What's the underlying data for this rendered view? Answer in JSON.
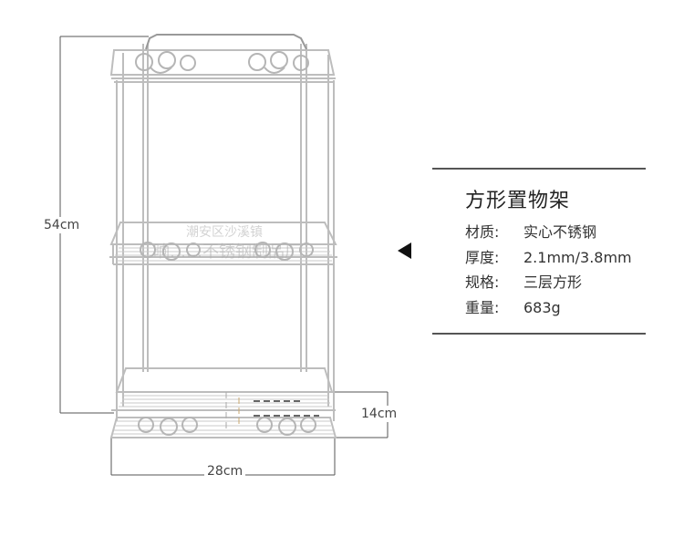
{
  "dimensions": {
    "height": "54cm",
    "shelf_depth": "14cm",
    "width": "28cm"
  },
  "product": {
    "name": "方形置物架",
    "specs": [
      {
        "label": "材质:",
        "value": "实心不锈钢"
      },
      {
        "label": "厚度:",
        "value": "2.1mm/3.8mm"
      },
      {
        "label": "规格:",
        "value": "三层方形"
      },
      {
        "label": "重量:",
        "value": "683g"
      }
    ]
  },
  "watermark": {
    "line1": "潮安区沙溪镇",
    "line2": "晌……不锈钢制品厂"
  },
  "colors": {
    "wire": "#bdbdbd",
    "dimension_line": "#555555",
    "pointer": "#111111"
  },
  "icons": {
    "pointer": "left-triangle"
  }
}
